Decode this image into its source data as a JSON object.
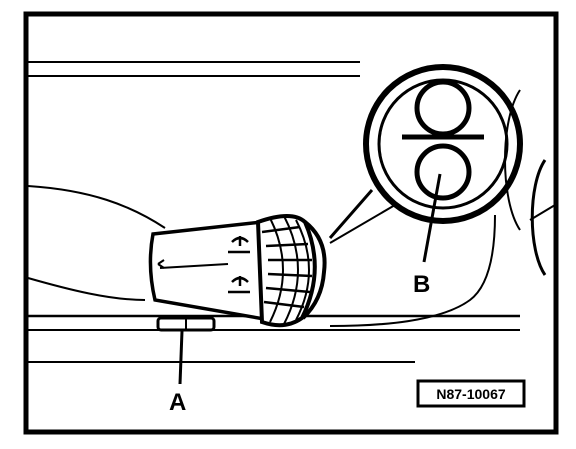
{
  "diagram": {
    "callouts": {
      "a": "A",
      "b": "B"
    },
    "reference_code": "N87-10067"
  },
  "colors": {
    "ink": "#000000",
    "paper": "#ffffff"
  }
}
